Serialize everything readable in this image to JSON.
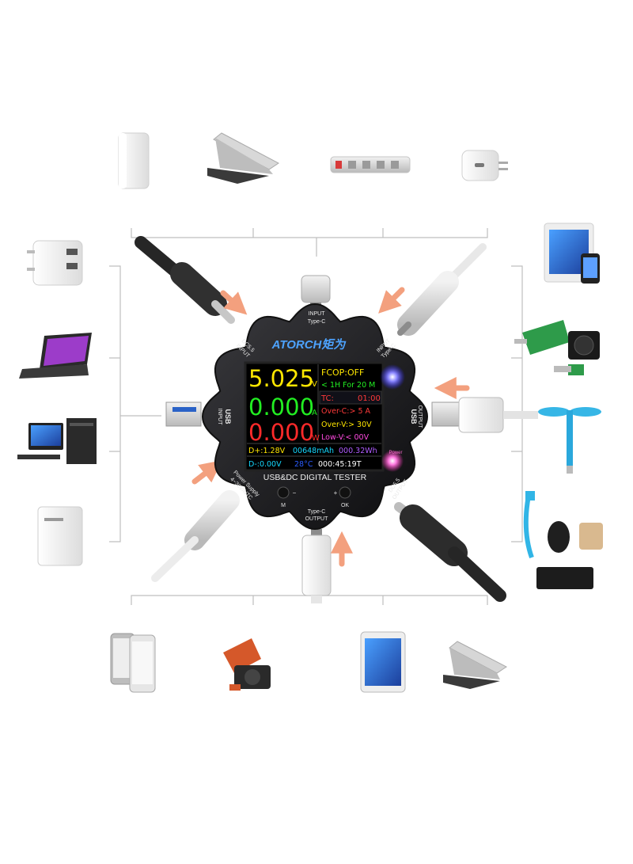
{
  "brand": {
    "name": "ATORCH",
    "suffix": "矩为"
  },
  "device": {
    "title": "USB&DC DIGITAL TESTER",
    "power_indicator": "Power",
    "buttons": {
      "m": "M",
      "minus": "−",
      "plus": "+",
      "ok": "OK"
    }
  },
  "ports": {
    "top": {
      "line1": "INPUT",
      "line2": "Type-C"
    },
    "top_left": {
      "line1": "DC5.5",
      "line2": "INPUT"
    },
    "top_right": {
      "line1": "INPUT",
      "line2": "Type-C"
    },
    "left": {
      "line1": "INPUT",
      "line2": "USB"
    },
    "right": {
      "line1": "USB",
      "line2": "OUTPUT"
    },
    "bot_left": {
      "line1": "Power Supply",
      "line2": "4~30V/NTC"
    },
    "bot_right": {
      "line1": "DC5.5",
      "line2": "OUTPUT"
    },
    "bottom": {
      "line1": "Type-C",
      "line2": "OUTPUT"
    }
  },
  "screen": {
    "voltage": "5.025",
    "voltage_unit": "V",
    "current": "0.000",
    "current_unit": "A",
    "power": "0.000",
    "power_unit": "W",
    "fcop": "FCOP:OFF",
    "timer": "< 1H  For 20 M",
    "tc": "TC:",
    "tc_value": "01:00",
    "over_c": "Over-C:> 5 A",
    "over_v": "Over-V:> 30V",
    "low_v": "Low-V:< 00V",
    "d_plus": "D+:1.28V",
    "capacity": "00648mAh",
    "energy": "000.32Wh",
    "d_minus": "D-:0.00V",
    "temp": "28°C",
    "time": "000:45:19T"
  },
  "colors": {
    "voltage": "#ffe600",
    "current": "#22ee22",
    "power": "#ff2a2a",
    "cyan": "#14d8ff",
    "violet": "#b05cff",
    "arrow": "#f3a07e"
  }
}
